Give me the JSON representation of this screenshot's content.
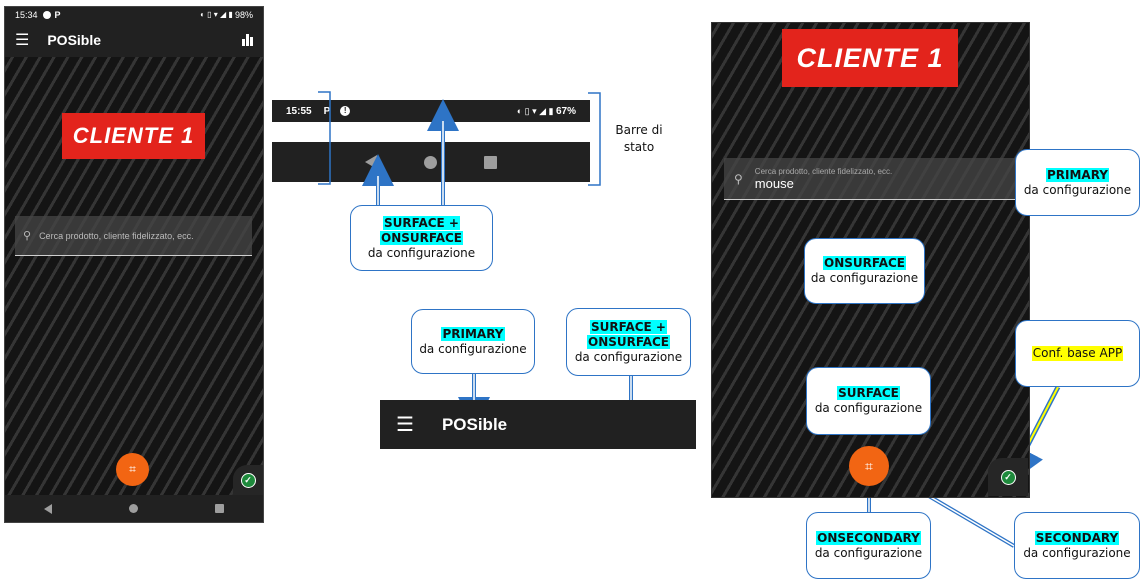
{
  "left_phone": {
    "status": {
      "time": "15:34",
      "battery": "98%"
    },
    "app_bar": {
      "title": "POSible"
    },
    "logo_text": "CLIENTE 1",
    "search": {
      "placeholder": "Cerca prodotto, cliente fidelizzato, ecc."
    }
  },
  "status_bar_demo": {
    "time": "15:55",
    "battery": "67%",
    "label": "Barre di\nstato",
    "label_line1": "Barre di",
    "label_line2": "stato"
  },
  "appbar_demo": {
    "title": "POSible"
  },
  "right_phone": {
    "logo_text": "CLIENTE 1",
    "search": {
      "label": "Cerca prodotto, cliente fidelizzato, ecc.",
      "value": "mouse"
    }
  },
  "callouts": {
    "status_surface": {
      "key": "SURFACE +",
      "key2": "ONSURFACE",
      "desc": "da configurazione"
    },
    "appbar_primary": {
      "key": "PRIMARY",
      "desc": "da configurazione"
    },
    "appbar_surface": {
      "key": "SURFACE +",
      "key2": "ONSURFACE",
      "desc": "da configurazione"
    },
    "search_primary": {
      "key": "PRIMARY",
      "desc": "da configurazione"
    },
    "search_onsurface": {
      "key": "ONSURFACE",
      "desc": "da configurazione"
    },
    "conf_base": {
      "key": "Conf. base APP"
    },
    "fab_surface": {
      "key": "SURFACE",
      "desc": "da configurazione"
    },
    "fab_onsecondary": {
      "key": "ONSECONDARY",
      "desc": "da configurazione"
    },
    "fab_secondary": {
      "key": "SECONDARY",
      "desc": "da configurazione"
    }
  },
  "colors": {
    "primary_highlight": "#00ffff",
    "base_highlight": "#ffff00",
    "fab": "#f26513",
    "logo": "#e3241c",
    "callout_border": "#2e74c6"
  }
}
